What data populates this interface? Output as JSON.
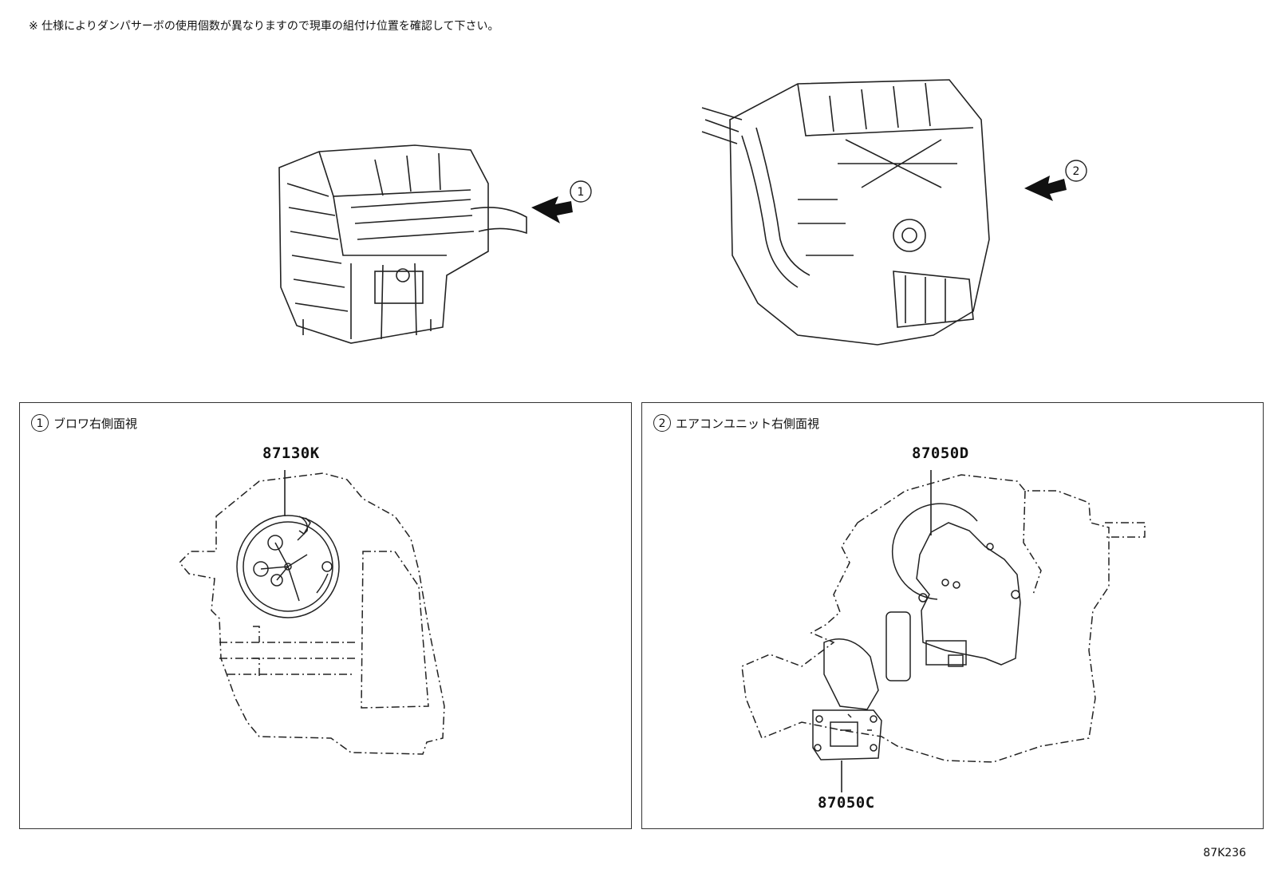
{
  "note": "※ 仕様によりダンパサーボの使用個数が異なりますので現車の組付け位置を確認して下さい。",
  "callouts": {
    "c1": "1",
    "c2": "2"
  },
  "panels": [
    {
      "number": "1",
      "title": "ブロワ右側面視",
      "part_numbers": [
        "87130K"
      ]
    },
    {
      "number": "2",
      "title": "エアコンユニット右側面視",
      "part_numbers": [
        "87050D",
        "87050C"
      ]
    }
  ],
  "figure_code": "87K236"
}
